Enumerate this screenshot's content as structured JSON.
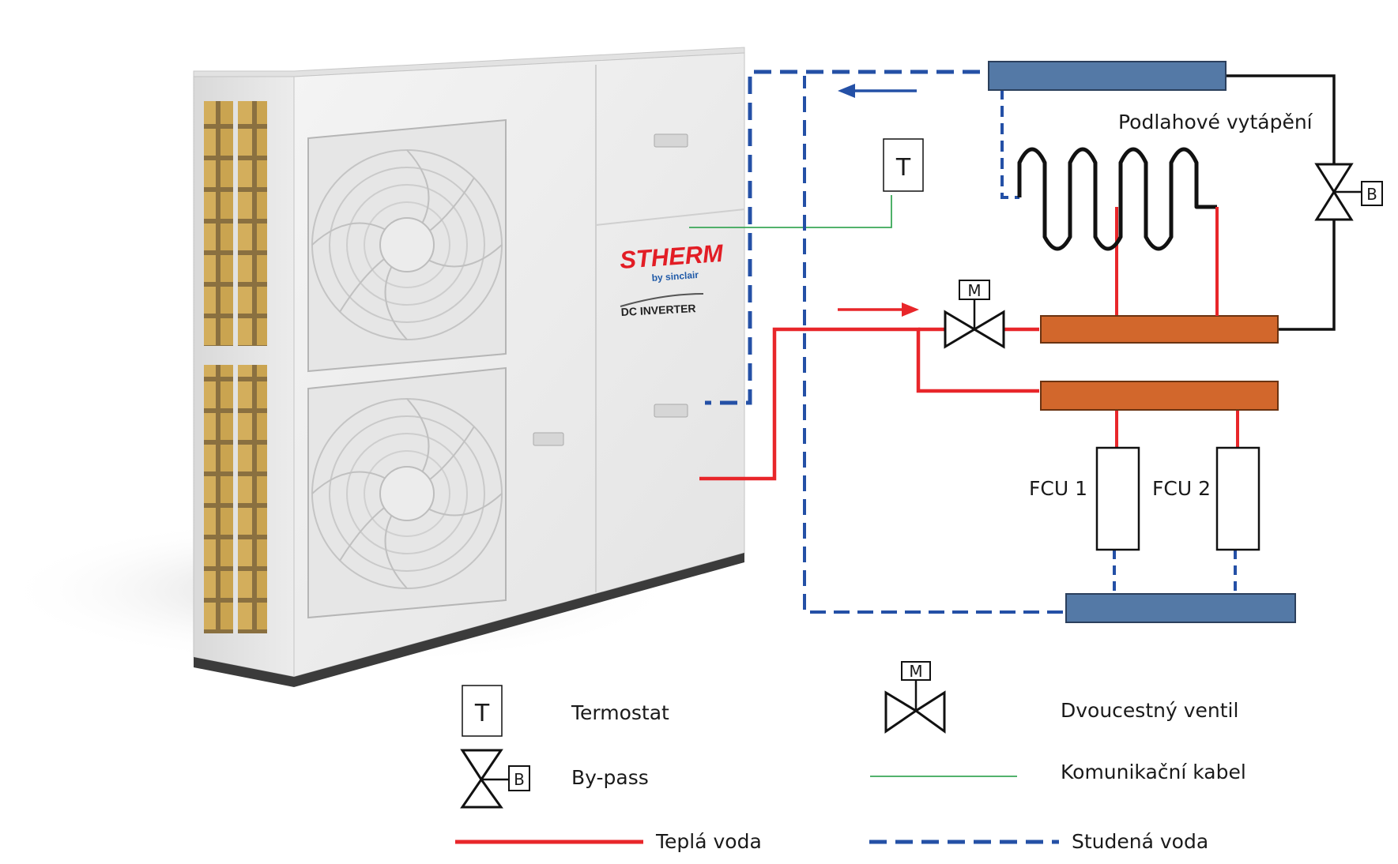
{
  "unit_brand": {
    "logo_text": "STHERM",
    "logo_sub": "by sinclair",
    "inverter_text": "DC INVERTER"
  },
  "diagram": {
    "thermostat_symbol": "T",
    "floor_heating_label": "Podlahové vytápění",
    "bypass_symbol": "B",
    "motor_symbol": "M",
    "fcu1_label": "FCU 1",
    "fcu2_label": "FCU 2"
  },
  "legend": {
    "thermostat_symbol": "T",
    "thermostat_label": "Termostat",
    "bypass_symbol": "B",
    "bypass_label": "By-pass",
    "motor_symbol": "M",
    "valve_label": "Dvoucestný ventil",
    "cable_label": "Komunikační kabel",
    "warm_label": "Teplá voda",
    "cold_label": "Studená voda"
  },
  "colors": {
    "warm_water": "#e8262a",
    "cold_water": "#2450a6",
    "comm_cable": "#3aa757",
    "cold_manifold": "#5479a6",
    "warm_manifold": "#d2672c",
    "brand_red": "#e21d25",
    "brand_blue": "#1f5aa8"
  },
  "icons": [
    "fan-grille-icon",
    "thermostat-icon",
    "two-way-valve-icon",
    "bypass-valve-icon",
    "coil-icon",
    "arrow-icon"
  ]
}
